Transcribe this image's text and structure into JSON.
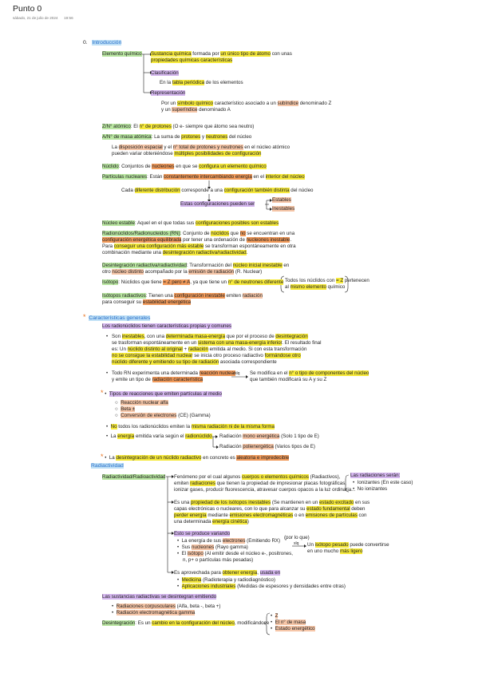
{
  "page": {
    "title": "Punto 0",
    "date": "sábado, 21 de julio de 2024",
    "time": "19:56"
  },
  "s0": {
    "num": "0.",
    "title": "Introducción"
  },
  "elem": {
    "label": "Elemento químico",
    "l1a": "Sustancia química",
    "l1b": " formada por ",
    "l1c": "un único tipo de átomo",
    "l1d": " con unas",
    "l2": "propiedades químicas características"
  },
  "clas": {
    "label": "Clasificación",
    "t1": "En la ",
    "t2": "tabla periódica",
    "t3": " de los elementos"
  },
  "rep": {
    "label": "Representación",
    "t1": "Por un ",
    "t2": "símbolo químico",
    "t3": " característico asociado a un ",
    "t4": "subíndice",
    "t5": " denominado Z",
    "t6": "y un ",
    "t7": "superíndice",
    "t8": " denominado A"
  },
  "z": {
    "a": "Z/N° atómico",
    "b": ": El ",
    "c": "n° de protones",
    "d": " (O e- siempre que átomo sea neutro)"
  },
  "a": {
    "a": "A/N° de masa atómica",
    "b": ": La suma de ",
    "c": "protones",
    "d": " y ",
    "e": "neutrones",
    "f": " del núcleo"
  },
  "disp": {
    "a": "La ",
    "b": "disposición espacial",
    "c": " y el ",
    "d": "n° total de protones y neutrones",
    "e": " en el núcleo atómico",
    "f": "pueden variar obteniéndose ",
    "g": "múltiples posibilidades de configuración"
  },
  "nuc": {
    "a": "Núclido",
    "b": ": Conjuntos de ",
    "c": "nucleones",
    "d": " en que se ",
    "e": "configura un elemento químico"
  },
  "part": {
    "a": "Partículas nucleares",
    "b": ": Están ",
    "c": "constantemente intercambiando energía",
    "d": " en el ",
    "e": "interior del núcleo"
  },
  "cada": {
    "a": "Cada ",
    "b": "diferente distribución",
    "c": " corresponde a una ",
    "d": "configuración también distinta",
    "e": " del núcleo"
  },
  "estab": {
    "a": "Estas configuraciones pueden ser",
    "b": "Estables",
    "c": "Inestables"
  },
  "nest": {
    "a": "Núcleo estable",
    "b": ": Aquel en el que todas sus ",
    "c": "configuraciones posibles son estables"
  },
  "rn": {
    "a": "Radionúclidos/Radionucleidos (RN)",
    "b": ": Conjunto de ",
    "c": "núclidos",
    "d": " que ",
    "e": "no",
    "f": " se encuentran en una",
    "g": "configuración energética equilibrada",
    "h": " por tener una ordenación de ",
    "i": "nucleones inestable",
    "j": ".",
    "k": "Para ",
    "l": "conseguir una configuración más estable",
    "m": " se transforman espontáneamente en otra",
    "n": "combinación mediante una ",
    "o": "desintegración radiactiva/radiactividad",
    "p": "."
  },
  "des": {
    "a": "Desintegración radiactiva/radiactividad",
    "b": ": Transformación del ",
    "c": "núcleo inicial inestable",
    "d": " en",
    "e": "otro ",
    "f": "núcleo distinto",
    "g": " acompañado por la ",
    "h": "emisión de radiación",
    "i": " (R. Nuclear)"
  },
  "iso": {
    "a": "Isótopo",
    "b": ": Núclidos que tiene ",
    "c": "= Z pero ≠ A",
    "d": ", ya que tiene un ",
    "e": "n° de neutrones diferente",
    "f": "Todos los núclidos con ",
    "g": "= Z",
    "h": " pertenecen",
    "i": "al ",
    "j": "mismo elemento",
    "k": " químico"
  },
  "isor": {
    "a": "Isótopos radiactivos",
    "b": ": Tienen una ",
    "c": "configuración inestable",
    "d": " emiten ",
    "e": "radiación",
    "f": "para conseguir su ",
    "g": "estabilidad energética"
  },
  "s1": {
    "star": "*",
    "title": "Características generales",
    "sub": "Los radionúclidos tienen características propias y comunes"
  },
  "b1": {
    "a": "Son ",
    "b": "inestables",
    "c": ", con una ",
    "d": "determinada masa-energía",
    "e": " que por el proceso de ",
    "f": "desintegración",
    "g": "se trasforman espontáneamente en un ",
    "h": "sistema con una masa-energía inferior",
    "i": ". El resultado final",
    "j": "es: Un ",
    "k": "núclido distinto al original",
    "l": " + ",
    "m": "radiación",
    "n": " emitida al medio. Si con esta transformación",
    "o": "no se consigue la estabilidad nuclear",
    "p": " se inicia otro proceso radiactivo ",
    "q": "formándose otro",
    "r": "núclido diferente y emitiendo su tipo de radiación",
    "s": " asociada correspondiente"
  },
  "b2": {
    "a": "Todo RN experimenta una determinada ",
    "b": "reacción nuclear",
    "c": "y emite un tipo de ",
    "d": "radiación característica",
    "x": "xlq",
    "e": "Se modifica en el ",
    "f": "n° o tipo de componentes del núcleo",
    "g": "que también modificará su A y su Z"
  },
  "b3": {
    "star": "*",
    "a": "Tipos de reacciones que emiten partículas al medio",
    "o1": "Reacción nuclear alfa",
    "o2": "Beta ",
    "o2b": "±",
    "o3": "Conversión de electrones",
    "o3b": " (CE) (Gamma)"
  },
  "b4": {
    "a": "No",
    "b": " todos los radionúclidos emiten la ",
    "c": "misma radiación ni de la misma forma"
  },
  "b5": {
    "a": "La ",
    "b": "energía",
    "c": " emitida varía según el ",
    "d": "radionúclido",
    "e": "Radiación ",
    "f": "mono energética",
    "g": " (Solo 1 tipo de E)",
    "h": "Radiación ",
    "i": "polienergética",
    "j": " (Varios tipos de E)"
  },
  "b6": {
    "star": "*",
    "a": "La ",
    "b": "desintegración de un núclido radiactivo",
    "c": " en concreto es ",
    "d": "aleatoria e impredecible"
  },
  "s2": {
    "title": "Radiactividad"
  },
  "rad": {
    "a": "Radiactividad/Radioactividad",
    "b": "Fenómeno por el cual algunos ",
    "c": "cuerpos o elementos químicos",
    "d": " (Radiactivos),",
    "e": "emiten ",
    "f": "radiaciones",
    "g": " que tienen la propiedad de impresionar placas fotográficas,",
    "h": "ionizar gases, producir fluorescencia, atravesar cuerpos opacos a la luz ordinaria...",
    "box_t": "Las radiaciones serán:",
    "box1": "Ionizantes (En este caso)",
    "box2": "No ionizantes"
  },
  "prop": {
    "a": "Es una ",
    "b": "propiedad de los isótopos inestables",
    "c": " (Se mantienen en un ",
    "d": "estado excitado",
    "e": " en sus",
    "f": "capas electrónicas o nucleares, con lo que para alcanzar su ",
    "g": "estado fundamental",
    "h": " deben",
    "i": "perder energía",
    "j": " mediante ",
    "k": "emisiones electromagnéticas",
    "l": " o en ",
    "m": "emisiones de partículas",
    "n": " con",
    "o": "una determinada ",
    "p": "energía cinética",
    "q": ")"
  },
  "var": {
    "a": "Esto se produce variando",
    "i1": "La energía de sus ",
    "i1b": "electrones",
    "i1c": " (Emitiendo RX)",
    "i2": "Sus ",
    "i2b": "nucleones",
    "i2c": " (Rayo gamma)",
    "i3": "El ",
    "i3b": "isótopo",
    "i3c": " (Al emitir desde el núcleo e-, positrones,",
    "i3d": "n, p+ o partículas más pesadas)",
    "pq": "(por lo que)",
    "xlq": "xlq",
    "r1": "Un ",
    "r2": "isótopo pesado",
    "r3": " puede convertirse",
    "r4": "en uno mucho ",
    "r5": "más ligero"
  },
  "apr": {
    "a": "Es aprovechada para ",
    "b": "obtener energía",
    "c": ", ",
    "d": "usada en",
    "i1": "Medicina",
    "i1b": " (Radioterapia y radiodiagnóstico)",
    "i2": "Aplicaciones industriales",
    "i2b": " (Medidas de espesores y densidades entre otras)"
  },
  "sust": {
    "a": "Las sustancias radiactivas se desintegran emitiendo",
    "i1": "Radiaciones corpusculares",
    "i1b": " (Alfa, beta -, beta +)",
    "i2": "Radiación electromagnética gamma"
  },
  "desf": {
    "a": "Desintegración",
    "b": ": Es un ",
    "c": "cambio en la configuración del núcleo",
    "d": ", modificándose",
    "i1": "Z",
    "i2": "El n° de masa",
    "i3": "Estado energético"
  }
}
